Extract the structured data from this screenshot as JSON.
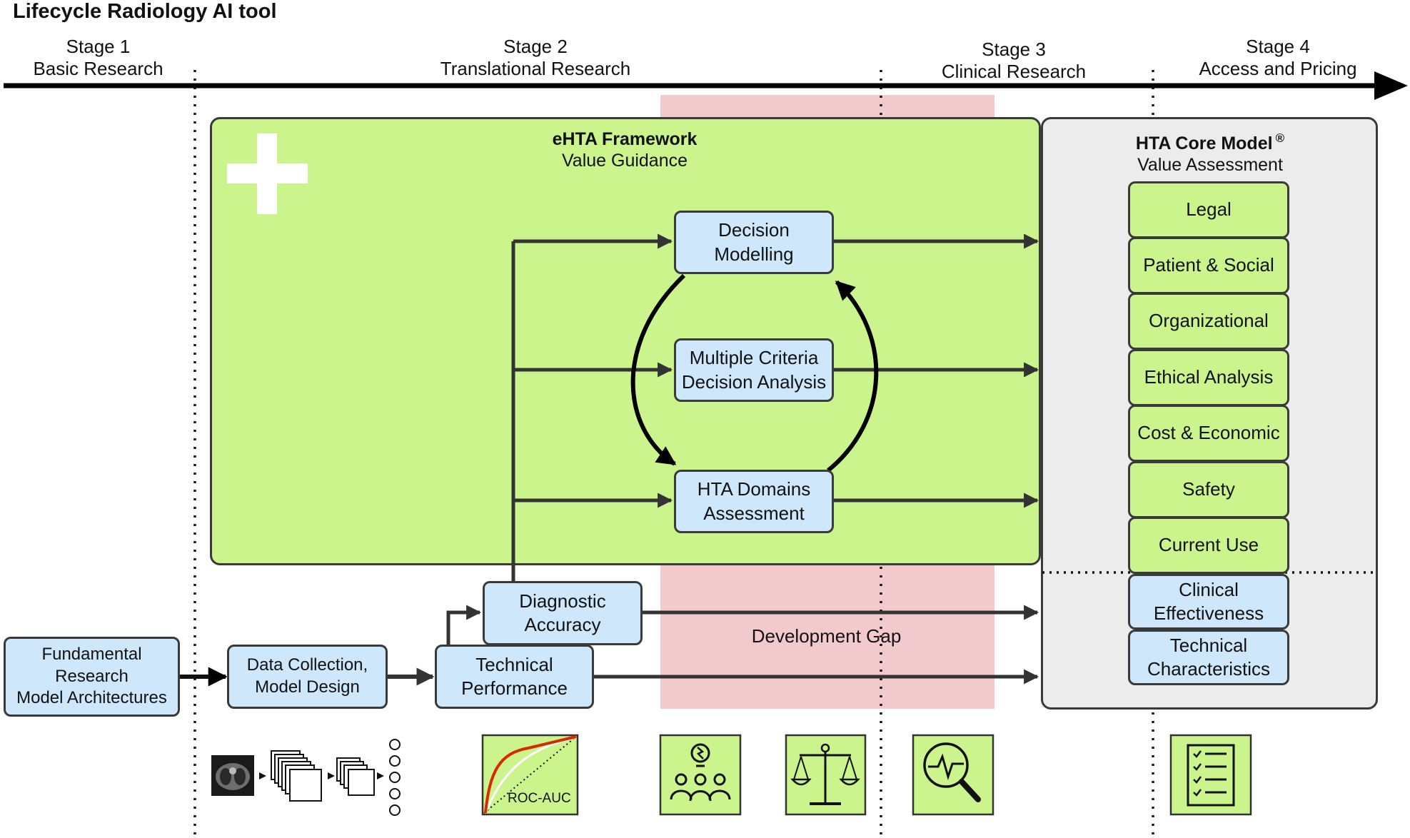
{
  "title": "Lifecycle Radiology AI tool",
  "stages": [
    {
      "line1": "Stage 1",
      "line2": "Basic Research"
    },
    {
      "line1": "Stage 2",
      "line2": "Translational Research"
    },
    {
      "line1": "Stage 3",
      "line2": "Clinical Research"
    },
    {
      "line1": "Stage 4",
      "line2": "Access and Pricing"
    }
  ],
  "ehta": {
    "title": "eHTA Framework",
    "subtitle": "Value Guidance",
    "boxes": [
      {
        "line1": "Decision",
        "line2": "Modelling"
      },
      {
        "line1": "Multiple Criteria",
        "line2": "Decision Analysis"
      },
      {
        "line1": "HTA Domains",
        "line2": "Assessment"
      }
    ]
  },
  "hta_core": {
    "title": "HTA Core Model",
    "registered": "®",
    "subtitle": "Value Assessment",
    "domains": [
      "Legal",
      "Patient & Social",
      "Organizational",
      "Ethical Analysis",
      "Cost & Economic",
      "Safety",
      "Current Use"
    ],
    "clinical": [
      {
        "line1": "Clinical",
        "line2": "Effectiveness"
      },
      {
        "line1": "Technical",
        "line2": "Characteristics"
      }
    ]
  },
  "development_gap": "Development Gap",
  "pipeline": {
    "fundamental": {
      "line1": "Fundamental",
      "line2": "Research",
      "line3": "Model Architectures"
    },
    "data_collection": {
      "line1": "Data Collection,",
      "line2": "Model Design"
    },
    "technical_performance": {
      "line1": "Technical",
      "line2": "Performance"
    },
    "diagnostic_accuracy": {
      "line1": "Diagnostic",
      "line2": "Accuracy"
    }
  },
  "roc_label": "ROC-AUC",
  "icons": [
    "plus-icon",
    "ct-scan-icon",
    "neural-network-icon",
    "roc-curve-icon",
    "stakeholders-icon",
    "balance-scale-icon",
    "signal-search-icon",
    "checklist-icon"
  ],
  "colors": {
    "blue_box": "#cfe7fb",
    "green_box": "#ccf48c",
    "gray_panel": "#ececec",
    "gap": "#f2c9cc",
    "arrow": "#333333",
    "roc_red": "#d62a00"
  }
}
